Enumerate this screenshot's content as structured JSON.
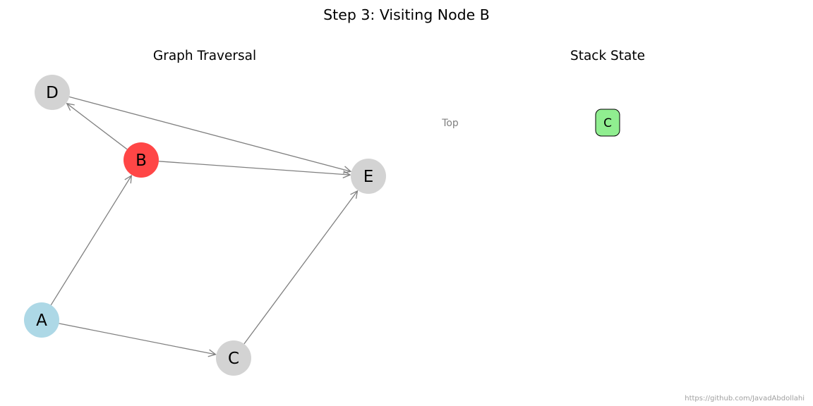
{
  "title": "Step 3: Visiting Node B",
  "graph_panel": {
    "title": "Graph Traversal",
    "nodes": [
      {
        "id": "A",
        "label": "A",
        "state": "visited"
      },
      {
        "id": "B",
        "label": "B",
        "state": "current"
      },
      {
        "id": "C",
        "label": "C",
        "state": "unvisited"
      },
      {
        "id": "D",
        "label": "D",
        "state": "unvisited"
      },
      {
        "id": "E",
        "label": "E",
        "state": "unvisited"
      }
    ],
    "edges": [
      {
        "from": "A",
        "to": "B"
      },
      {
        "from": "A",
        "to": "C"
      },
      {
        "from": "B",
        "to": "D"
      },
      {
        "from": "B",
        "to": "E"
      },
      {
        "from": "C",
        "to": "E"
      },
      {
        "from": "D",
        "to": "E"
      }
    ],
    "state_colors": {
      "visited": "#add8e6",
      "current": "#ff4646",
      "unvisited": "#d3d3d3"
    },
    "edge_color": "#808080"
  },
  "stack_panel": {
    "title": "Stack State",
    "top_label": "Top",
    "items": [
      "C"
    ],
    "item_color": "#90ee90"
  },
  "credit": "https://github.com/JavadAbdollahi"
}
